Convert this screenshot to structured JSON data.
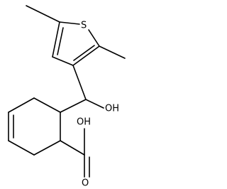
{
  "molecule": {
    "atoms": {
      "sulfur": "S",
      "hydroxyl": "OH",
      "carbonyl_oxygen": "O",
      "acid_hydroxyl": "OH"
    }
  },
  "colors": {
    "bond": "#000000",
    "label": "#000000",
    "background": "#ffffff"
  }
}
